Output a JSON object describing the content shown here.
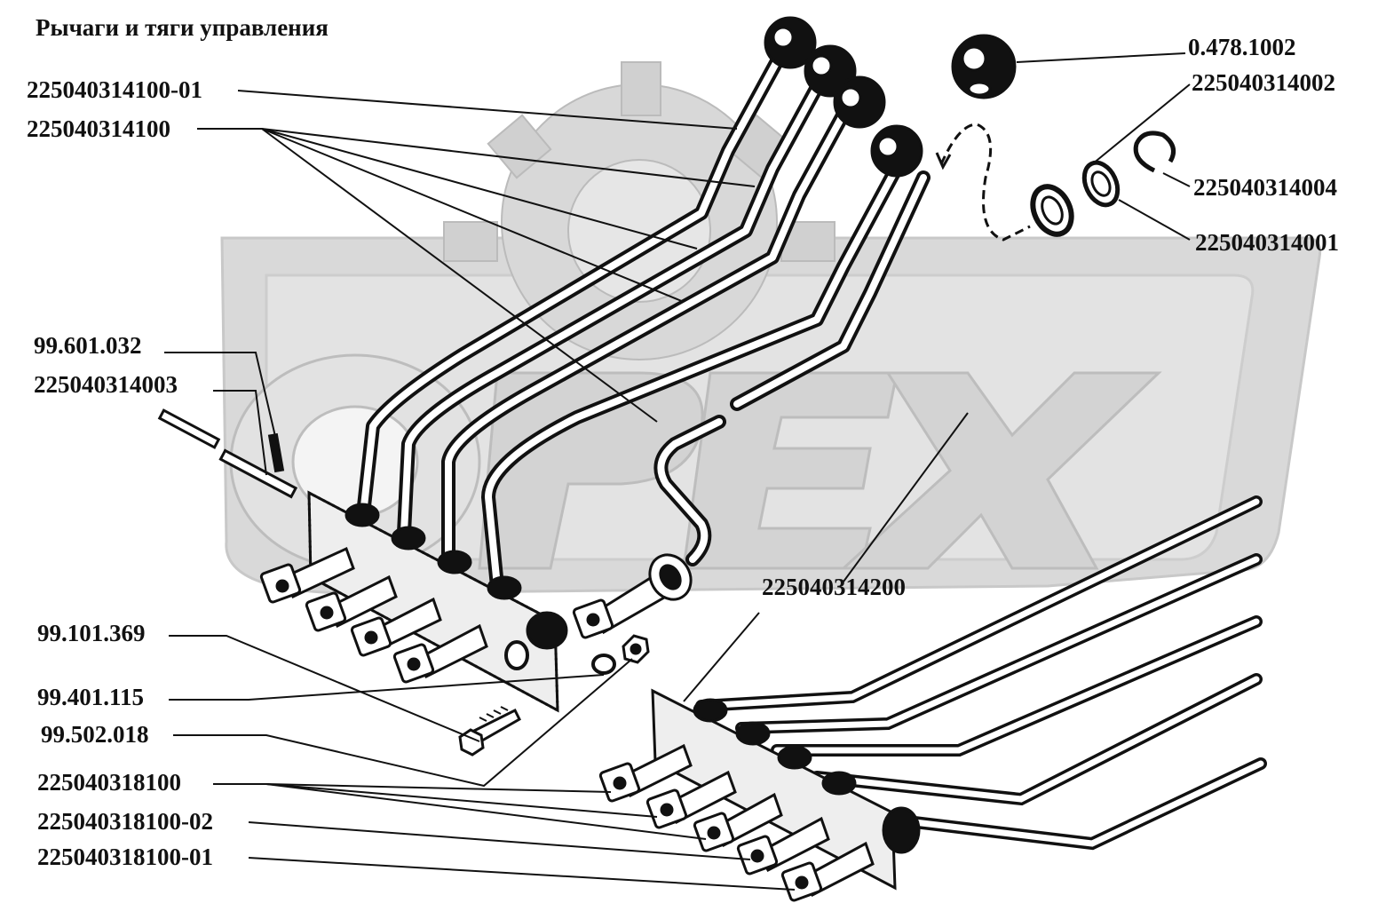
{
  "title": "Рычаги и тяги управления",
  "watermark_text": "OPEX",
  "labels": {
    "knob": "0.478.1002",
    "lever_01": "225040314100-01",
    "lever": "225040314100",
    "washer_2": "225040314002",
    "ring_4": "225040314004",
    "washer_1": "225040314001",
    "pin_032": "99.601.032",
    "pin_003": "225040314003",
    "bracket": "225040314200",
    "bolt": "99.101.369",
    "washer_115": "99.401.115",
    "nut": "99.502.018",
    "rod": "225040318100",
    "rod_02": "225040318100-02",
    "rod_01": "225040318100-01"
  },
  "colors": {
    "ink": "#111111",
    "watermark": "#d6d6d6",
    "watermark_edge": "#c4c4c4",
    "background": "#ffffff"
  }
}
